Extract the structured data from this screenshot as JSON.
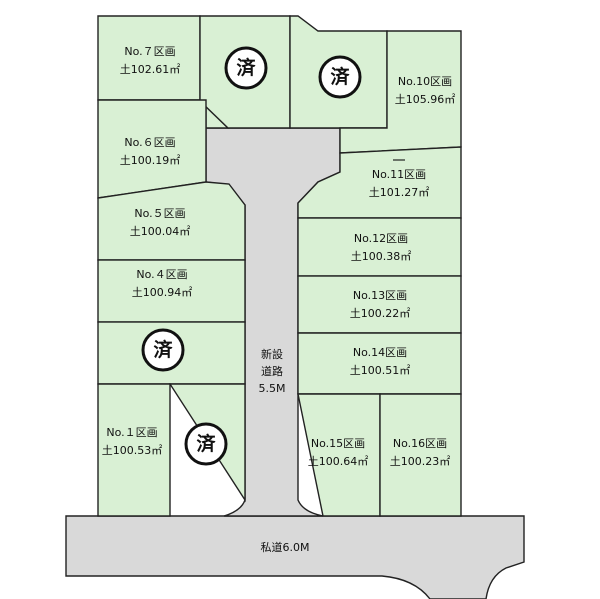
{
  "lots": [
    {
      "id": "lot-7",
      "name": "No.７区画",
      "area": "土102.61㎡"
    },
    {
      "id": "lot-6",
      "name": "No.６区画",
      "area": "土100.19㎡"
    },
    {
      "id": "lot-5",
      "name": "No.５区画",
      "area": "土100.04㎡"
    },
    {
      "id": "lot-4",
      "name": "No.４区画",
      "area": "土100.94㎡"
    },
    {
      "id": "lot-1",
      "name": "No.１区画",
      "area": "土100.53㎡"
    },
    {
      "id": "lot-10",
      "name": "No.10区画",
      "area": "土105.96㎡"
    },
    {
      "id": "lot-11",
      "name": "No.11区画",
      "area": "土101.27㎡"
    },
    {
      "id": "lot-12",
      "name": "No.12区画",
      "area": "土100.38㎡"
    },
    {
      "id": "lot-13",
      "name": "No.13区画",
      "area": "土100.22㎡"
    },
    {
      "id": "lot-14",
      "name": "No.14区画",
      "area": "土100.51㎡"
    },
    {
      "id": "lot-15",
      "name": "No.15区画",
      "area": "土100.64㎡"
    },
    {
      "id": "lot-16",
      "name": "No.16区画",
      "area": "土100.23㎡"
    }
  ],
  "sold_mark": "済",
  "new_road": {
    "line1": "新設",
    "line2": "道路",
    "width": "5.5M"
  },
  "private_road": "私道6.0M",
  "colors": {
    "lot_fill": "#d9f0d4",
    "road_fill": "#d9d9d9",
    "outline": "#222222"
  }
}
